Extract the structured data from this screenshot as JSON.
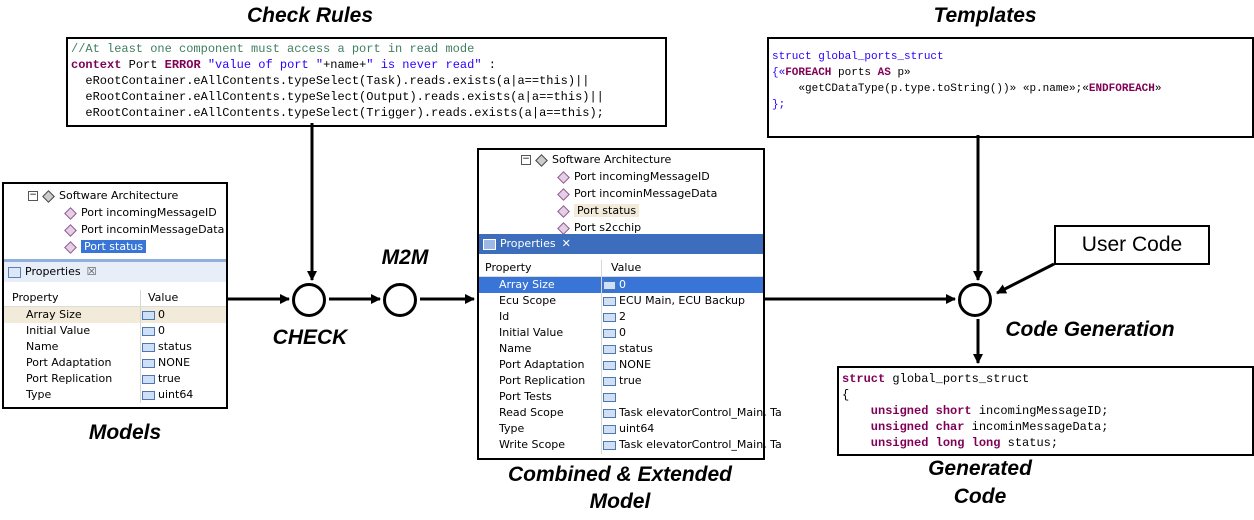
{
  "titles": {
    "check_rules": "Check Rules",
    "templates": "Templates",
    "models": "Models",
    "m2m": "M2M",
    "check": "CHECK",
    "combined_line1": "Combined & Extended",
    "combined_line2": "Model",
    "code_generation": "Code Generation",
    "generated_line1": "Generated",
    "generated_line2": "Code",
    "user_code": "User Code"
  },
  "check_rules_code": {
    "comment": "//At least one component must access a port in read mode",
    "l2_kw": "context",
    "l2_mid": " Port ",
    "l2_err": "ERROR",
    "l2_str1": " \"value of port \"",
    "l2_plus": "+name+",
    "l2_str2": "\" is never read\"",
    "l2_end": " :",
    "l3": "  eRootContainer.eAllContents.typeSelect(Task).reads.exists(a|a==this)||",
    "l4": "  eRootContainer.eAllContents.typeSelect(Output).reads.exists(a|a==this)||",
    "l5": "  eRootContainer.eAllContents.typeSelect(Trigger).reads.exists(a|a==this);"
  },
  "templates_code": {
    "l1": "struct global_ports_struct",
    "l2_a": "{«",
    "l2_kw1": "FOREACH",
    "l2_b": " ports ",
    "l2_kw2": "AS",
    "l2_c": " p»",
    "l3_a": "    «getCDataType(p.type.toString())» «p.name»;«",
    "l3_kw": "ENDFOREACH",
    "l3_b": "»",
    "l4": "};"
  },
  "generated_code": {
    "l1_kw": "struct",
    "l1_rest": " global_ports_struct",
    "l2": "{",
    "l3_kw": "    unsigned short",
    "l3_rest": " incomingMessageID;",
    "l4_kw": "    unsigned char",
    "l4_rest": " incominMessageData;",
    "l5_kw": "    unsigned long long",
    "l5_rest": " status;",
    "l6": "};"
  },
  "models_panel": {
    "tree_root": "Software Architecture",
    "tree_items": [
      "Port incomingMessageID",
      "Port incominMessageData",
      "Port status"
    ],
    "tab_label": "Properties",
    "tab_close": "☒",
    "col_property": "Property",
    "col_value": "Value",
    "rows": [
      {
        "property": "Array Size",
        "value": "0"
      },
      {
        "property": "Initial Value",
        "value": "0"
      },
      {
        "property": "Name",
        "value": "status"
      },
      {
        "property": "Port Adaptation",
        "value": "NONE"
      },
      {
        "property": "Port Replication",
        "value": "true"
      },
      {
        "property": "Type",
        "value": "uint64"
      }
    ]
  },
  "combined_panel": {
    "tree_root": "Software Architecture",
    "tree_items": [
      "Port incomingMessageID",
      "Port incominMessageData",
      "Port status",
      "Port s2cchip"
    ],
    "tab_label": "Properties",
    "tab_close": "✕",
    "col_property": "Property",
    "col_value": "Value",
    "rows": [
      {
        "property": "Array Size",
        "value": "0"
      },
      {
        "property": "Ecu Scope",
        "value": "ECU Main, ECU Backup"
      },
      {
        "property": "Id",
        "value": "2"
      },
      {
        "property": "Initial Value",
        "value": "0"
      },
      {
        "property": "Name",
        "value": "status"
      },
      {
        "property": "Port Adaptation",
        "value": "NONE"
      },
      {
        "property": "Port Replication",
        "value": "true"
      },
      {
        "property": "Port Tests",
        "value": ""
      },
      {
        "property": "Read Scope",
        "value": "Task elevatorControl_Main, Ta"
      },
      {
        "property": "Type",
        "value": "uint64"
      },
      {
        "property": "Write Scope",
        "value": "Task elevatorControl_Main, Ta"
      }
    ]
  }
}
